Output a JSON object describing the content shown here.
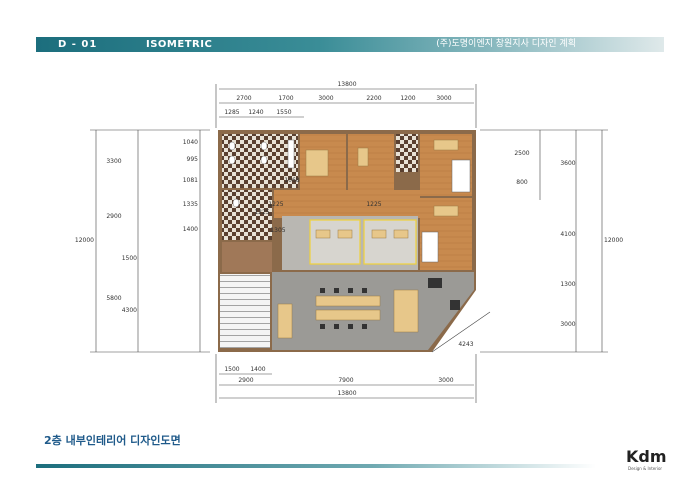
{
  "header": {
    "code": "D - 01",
    "section": "ISOMETRIC",
    "project": "(주)도명이엔지 창원지사 디자인 계획"
  },
  "footer": {
    "title": "2층 내부인테리어 디자인도면",
    "logo_text": "Kdm",
    "logo_sub": "Design & Interior"
  },
  "dimensions": {
    "top_total": "13800",
    "top_row1": [
      "2700",
      "1700",
      "3000",
      "2200",
      "1200",
      "3000"
    ],
    "top_row2": [
      "1285",
      "1240",
      "1550"
    ],
    "bottom_row1": [
      "1500",
      "1400"
    ],
    "bottom_row2": [
      "2900",
      "7900",
      "3000"
    ],
    "bottom_total": "13800",
    "left_outer": [
      "3300",
      "2900",
      "5800"
    ],
    "left_total": "12000",
    "left_inner": [
      "1040",
      "995",
      "1081",
      "1335",
      "1400",
      "1500",
      "4300"
    ],
    "right_inner": [
      "2500",
      "800"
    ],
    "right_outer": [
      "3600",
      "4100",
      "1300",
      "3000"
    ],
    "right_total": "12000",
    "interior": [
      "1068",
      "1225",
      "1225",
      "1225",
      "1305"
    ],
    "diagonal": "4243"
  }
}
